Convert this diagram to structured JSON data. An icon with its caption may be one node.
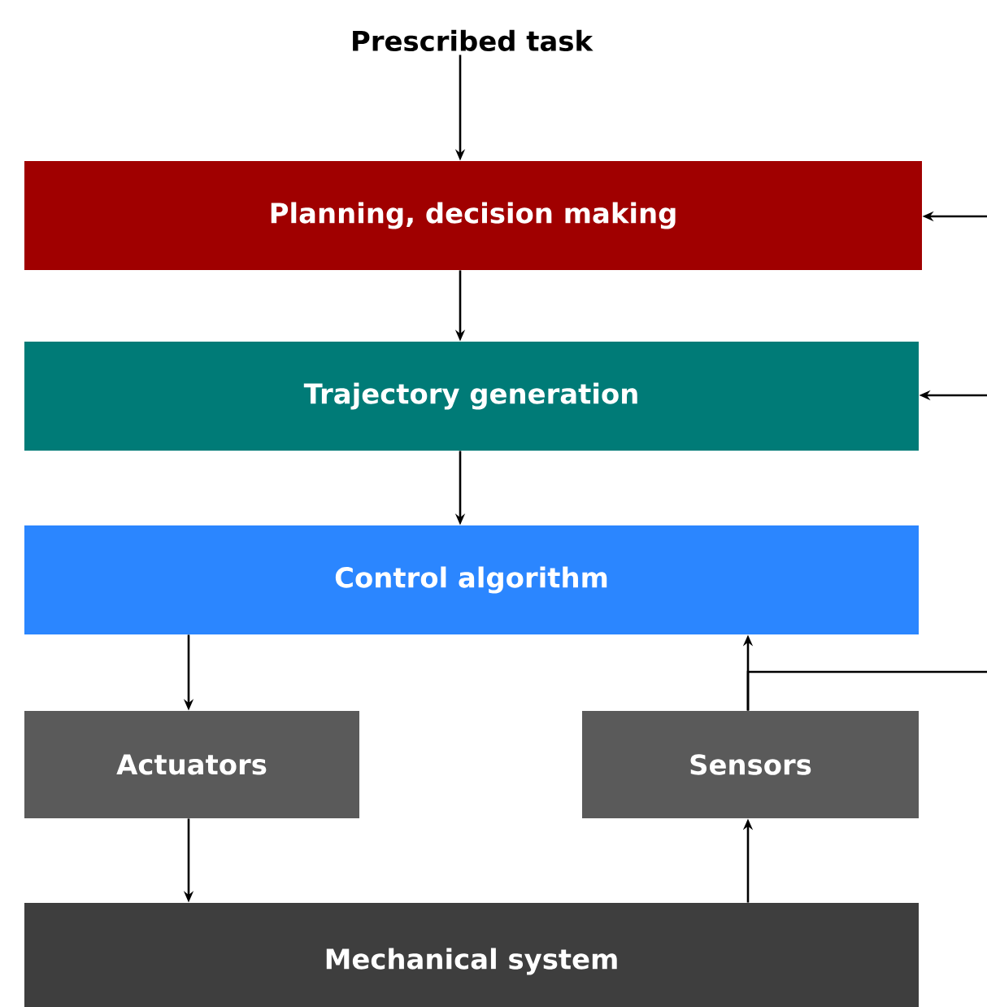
{
  "diagram": {
    "nodes": [
      {
        "text": [
          "Prescribed task"
        ]
      },
      {
        "text": [
          "Planning, decision making"
        ]
      },
      {
        "text": [
          "Trajectory generation"
        ]
      },
      {
        "text": [
          "Control algorithm"
        ]
      },
      {
        "text": [
          "Actuators"
        ]
      },
      {
        "text": [
          "Sensors"
        ]
      },
      {
        "text": [
          "Mechanical system"
        ]
      }
    ],
    "edges": [
      {
        "from": 0,
        "to": 1,
        "arrow": "to"
      },
      {
        "from": 1,
        "to": 2,
        "arrow": "to"
      },
      {
        "from": 2,
        "to": 3,
        "arrow": "to"
      },
      {
        "from": 3,
        "to": 4,
        "arrow": "to"
      },
      {
        "from": 4,
        "to": 6,
        "arrow": "to"
      },
      {
        "from": 6,
        "to": 5,
        "arrow": "to"
      },
      {
        "from": 5,
        "to": 3,
        "arrow": "to"
      },
      {
        "from": null,
        "to": 1,
        "arrow": "to"
      },
      {
        "from": null,
        "to": 2,
        "arrow": "to"
      },
      {
        "from": 5,
        "to": null,
        "arrow": "none"
      }
    ]
  }
}
